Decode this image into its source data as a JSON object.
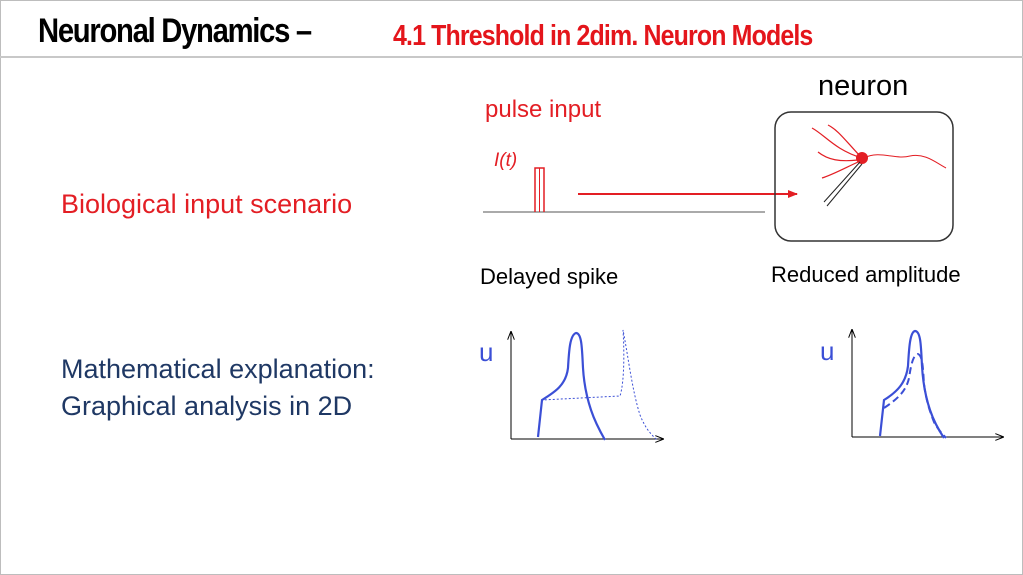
{
  "slide": {
    "title_main": "Neuronal Dynamics –",
    "title_sub": "4.1 Threshold in 2dim. Neuron Models"
  },
  "left": {
    "biological": "Biological input scenario",
    "math_line1": "Mathematical explanation:",
    "math_line2": "Graphical analysis in 2D"
  },
  "input": {
    "pulse_label": "pulse input",
    "current_label": "I(t)"
  },
  "neuron": {
    "label": "neuron"
  },
  "plots": {
    "delayed_label": "Delayed spike",
    "reduced_label": "Reduced amplitude",
    "axis_u_left": "u",
    "axis_u_right": "u"
  },
  "colors": {
    "title_red": "#e4151b",
    "text_red": "#e31e24",
    "text_navy": "#1f3864",
    "trace_blue": "#3b4fd6"
  }
}
